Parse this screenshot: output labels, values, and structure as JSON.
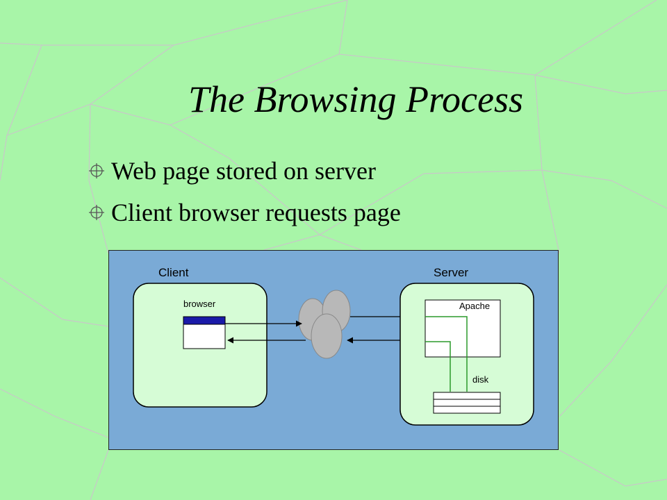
{
  "slide": {
    "title": "The Browsing Process",
    "bullets": [
      "Web page stored on server",
      "Client browser requests page"
    ]
  },
  "diagram": {
    "client_label": "Client",
    "server_label": "Server",
    "browser_label": "browser",
    "apache_label": "Apache",
    "disk_label": "disk"
  },
  "colors": {
    "background": "#a8f5a8",
    "diagram_panel": "#7aaad6",
    "host_box": "#d6fcd6",
    "titlebar": "#1a1aa8",
    "cloud": "#b8b8b8",
    "disk_link": "#2a9a2a"
  }
}
